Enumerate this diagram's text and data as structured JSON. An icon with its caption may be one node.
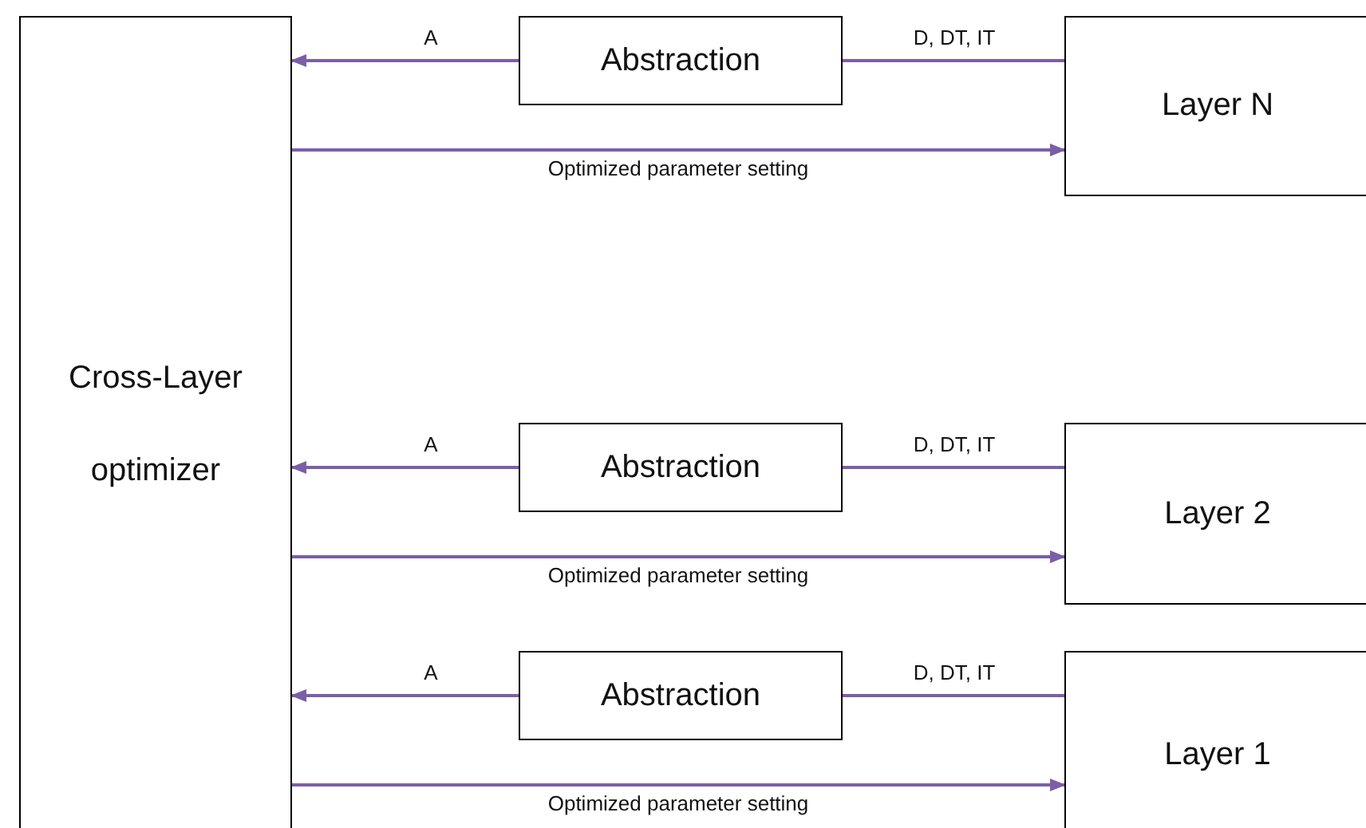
{
  "diagram": {
    "nodes": [
      {
        "text": [
          "Cross-Layer optimizer"
        ]
      },
      {
        "text": [
          "Abstraction"
        ]
      },
      {
        "text": [
          "Layer N"
        ]
      },
      {
        "text": [
          "Abstraction"
        ]
      },
      {
        "text": [
          "Layer 2"
        ]
      },
      {
        "text": [
          "Abstraction"
        ]
      },
      {
        "text": [
          "Layer 1"
        ]
      }
    ],
    "edges": [
      {
        "from": 1,
        "to": 0,
        "arrow": "to",
        "label": "A"
      },
      {
        "from": 2,
        "to": 1,
        "arrow": "none",
        "label": "D, DT, IT"
      },
      {
        "from": 0,
        "to": 2,
        "arrow": "to",
        "label": "Optimized parameter setting"
      },
      {
        "from": 3,
        "to": 0,
        "arrow": "to",
        "label": "A"
      },
      {
        "from": 4,
        "to": 3,
        "arrow": "none",
        "label": "D, DT, IT"
      },
      {
        "from": 0,
        "to": 4,
        "arrow": "to",
        "label": "Optimized parameter setting"
      },
      {
        "from": 5,
        "to": 0,
        "arrow": "to",
        "label": "A"
      },
      {
        "from": 6,
        "to": 5,
        "arrow": "none",
        "label": "D, DT, IT"
      },
      {
        "from": 0,
        "to": 6,
        "arrow": "to",
        "label": "Optimized parameter setting"
      }
    ]
  }
}
